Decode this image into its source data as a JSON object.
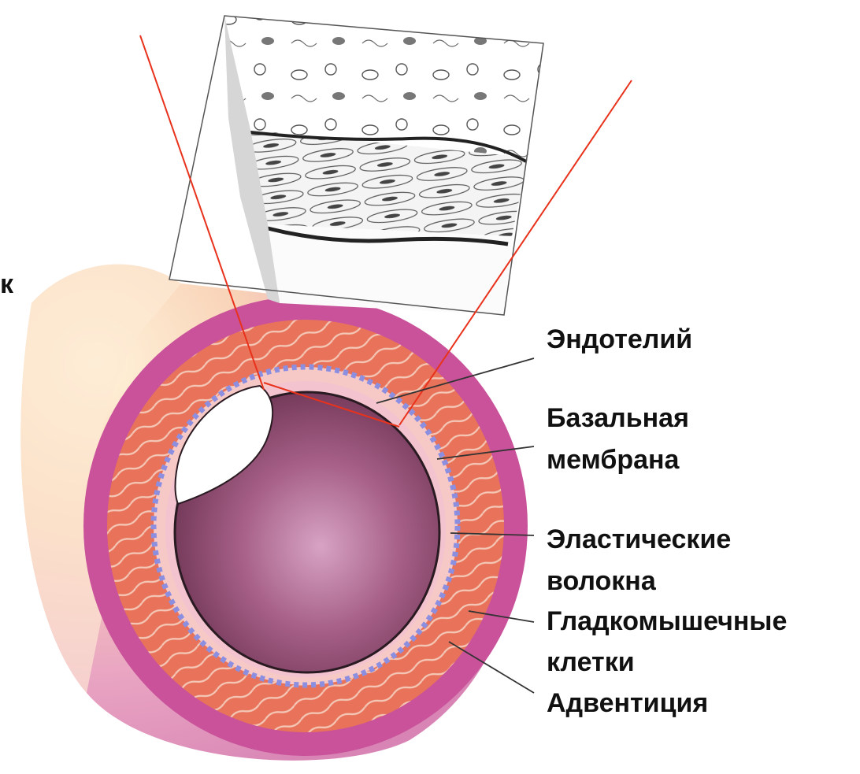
{
  "labels": {
    "endothelium": "Эндотелий",
    "basement_membrane_line1": "Базальная",
    "basement_membrane_line2": "мембрана",
    "elastic_fibers_line1": "Эластические",
    "elastic_fibers_line2": "волокна",
    "smooth_muscle_line1": "Гладкомышечные",
    "smooth_muscle_line2": "клетки",
    "adventitia": "Адвентиция",
    "cut_off_left_char": "к"
  },
  "colors": {
    "pointer_line": "#e8321c",
    "leader_line": "#333333",
    "adventitia": "#c9529a",
    "media": "#e8735a",
    "elastic_lamina": "#8c8fe0",
    "lumen": "#8a4c6e"
  }
}
